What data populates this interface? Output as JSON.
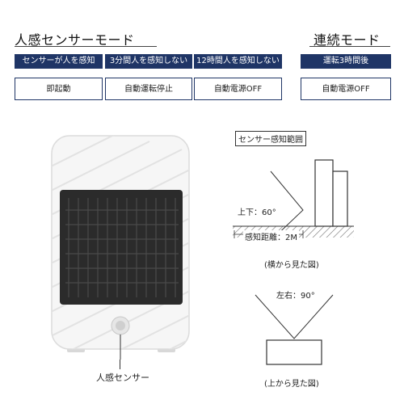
{
  "left_section": {
    "title": "人感センサーモード",
    "columns": [
      {
        "header": "センサーが人を感知",
        "value": "即起動"
      },
      {
        "header": "3分間人を感知しない",
        "value": "自動運転停止"
      },
      {
        "header": "12時間人を感知しない",
        "value": "自動電源OFF"
      }
    ]
  },
  "right_section": {
    "title": "連続モード",
    "header": "運転3時間後",
    "value": "自動電源OFF"
  },
  "product": {
    "sensor_label": "人感センサー"
  },
  "side_diagram": {
    "title": "センサー感知範囲",
    "angle_label": "上下：60°",
    "distance_label": "感知距離：2M",
    "caption": "(横から見た図)"
  },
  "top_diagram": {
    "angle_label": "左右：90°",
    "caption": "(上から見た図)"
  },
  "colors": {
    "header_bg": "#1f3566",
    "heater_body": "#f4f4f4",
    "grille": "#2a2a2a"
  }
}
